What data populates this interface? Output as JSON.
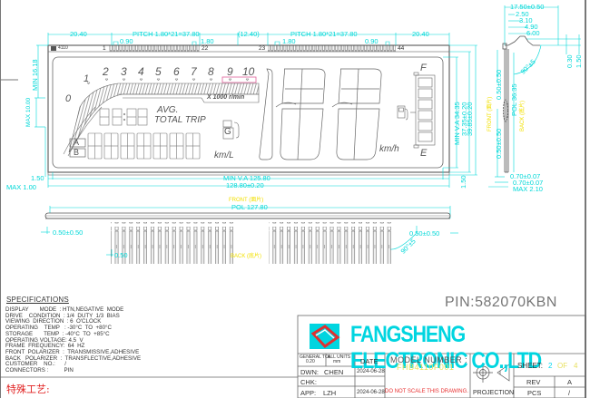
{
  "drawing": {
    "title": "LCD outline drawing",
    "part_label": "4110",
    "pin_numbers": {
      "first": "1",
      "split_left": "22",
      "split_right": "23",
      "last": "44"
    }
  },
  "top_dimensions": {
    "left_margin": "20.40",
    "pitch_left": "PITCH  1.80*21=37.80",
    "pin_width_left": "0.90",
    "pin_pitch_left": "1.80",
    "gap": "(12.40)",
    "pitch_right": "PITCH  1.80*21=37.80",
    "pin_pitch_right": "1.80",
    "pin_width_right": "0.90",
    "right_margin": "20.40"
  },
  "left_dimensions": {
    "min_height": "MIN  16.18",
    "max_pin_area": "MAX 10.00",
    "bottom_gap": "1.50",
    "bottom_max": "MAX  1.00"
  },
  "bottom_dimensions": {
    "view_area": "MIN  V.A  125.80",
    "glass_width": "128.80±0.20"
  },
  "right_dimensions": {
    "view_area_h": "MIN  V.A  34.35",
    "glass_h1": "37.35±0.20",
    "glass_h2": "39.85±0.20",
    "bottom_gap": "1.50"
  },
  "side_view": {
    "overall": "17.50±0.50",
    "d1": "2.50",
    "d2": "3.10",
    "d3": "4.90",
    "d4": "6.00",
    "d5": "0.30",
    "d6": "1.50",
    "angle": "90°±5",
    "offset_top": "0.50±0.50",
    "offset_bottom": "0.50±0.50",
    "pol": "POL  36.35",
    "front_label": "FRONT (面片)",
    "back_label": "BACK (底片)",
    "glass1": "0.70±0.07",
    "glass2": "0.70±0.07",
    "max_thickness": "MAX  2.10"
  },
  "front_view": {
    "front_label": "FRONT (面片)",
    "pol": "POL  127.80",
    "offset_left": "0.50±0.50",
    "pin_width": "0.50",
    "back_label": "BACK (底片)",
    "offset_right": "0.50±0.50",
    "angle": "90°±5"
  },
  "lcd_segments": {
    "tach_numbers": [
      "0",
      "1",
      "2",
      "3",
      "4",
      "5",
      "6",
      "7",
      "8",
      "9",
      "10"
    ],
    "rpm_unit": "X 1000 r/min",
    "clock": "18:88",
    "avg": "AVG.",
    "total_trip": "TOTAL TRIP",
    "trip_a": "A",
    "trip_b": "B",
    "odometer": "8888888",
    "fuel_econ_unit": "km/L",
    "gear_indicator": "G",
    "speed_unit": "km/h",
    "fuel_full": "F",
    "fuel_empty": "E"
  },
  "specifications": {
    "title": "SPECIFICATIONS",
    "lines": [
      "DISPLAY       MODE  : HTN,NEGATIVE  MODE",
      "DRIVE    CONDITION  : 1/4  DUTY  1/3  BIAS",
      "VIEWING  DIRECTION  : 6  O'CLOCK",
      "OPERATING    TEMP   : -30°C  TO  +80°C",
      "STORAGE       TEMP  : -40°C  TO  +85°C",
      "OPERATING VOLTAGE: 4.5  V",
      "FRAME  FREQUENCY:  64  HZ",
      "FRONT  POLARIZER  :  TRANSMISSIVE,ADHESIVE",
      "BACK   POLARIZER  :  TRANSFLECTIVE,ADHESIVE",
      "CUSTOMER    NO.:      /",
      "CONNECTORS :          PIN"
    ],
    "special_process": "特殊工艺:"
  },
  "title_block": {
    "pin_code": "PIN:582070KBN",
    "company": "FANGSHENG ELECTRONIC CO.,LTD",
    "general_tol_label": "GENERAL TOL",
    "general_tol_value": "0.20",
    "units_label": "ALL UNITS",
    "units_value": "mm",
    "date_header": "DATE",
    "model_header": "MODEL  NUMBER  :",
    "model_number": "FHB4110F001",
    "drawn_label": "DWN:",
    "drawn_by": "CHEN",
    "drawn_date": "2024-06-28",
    "check_label": "CHK:",
    "approve_label": "APP:",
    "approved_by": "LZH",
    "approved_date": "2024-06-28",
    "no_scale_note": "DO  NOT  SCALE  THIS  DRAWING.",
    "projection_label": "PROJECTION",
    "sheet_label": "SHEET:",
    "sheet_num": "2",
    "sheet_of": "OF",
    "sheet_total": "4",
    "rev_label": "REV",
    "rev_value": "A",
    "pcs_label": "PCS",
    "pcs_value": "/"
  },
  "colors": {
    "dimension": "#00d8d8",
    "annotation": "#f2e000",
    "outline": "#555555",
    "company": "#00d5e0",
    "warning": "#e02020",
    "highlight": "#e0609a"
  }
}
